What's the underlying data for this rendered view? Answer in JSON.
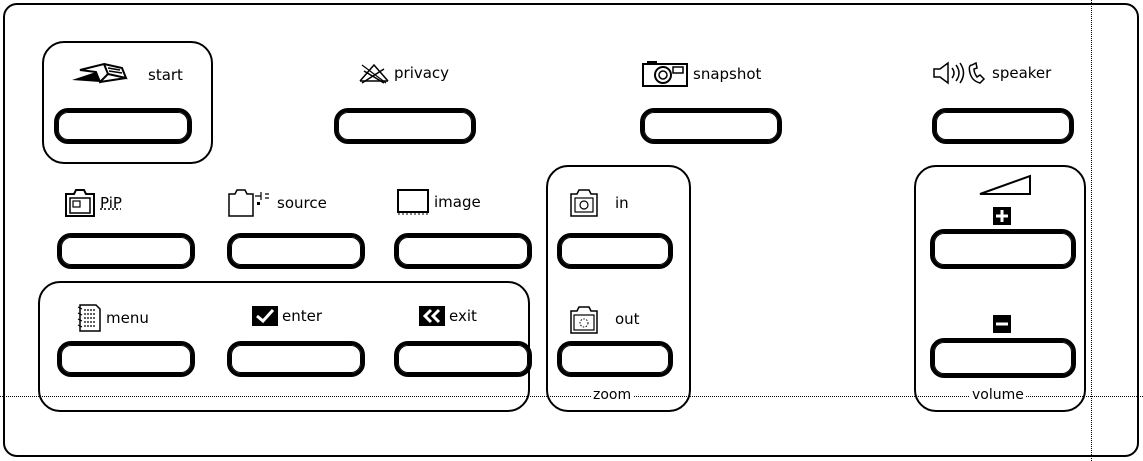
{
  "buttons": {
    "start": {
      "label": "start",
      "icon": "open-book-icon"
    },
    "privacy": {
      "label": "privacy",
      "icon": "privacy-icon"
    },
    "snapshot": {
      "label": "snapshot",
      "icon": "camera-icon"
    },
    "speaker": {
      "label": "speaker",
      "icon": "speaker-phone-icon"
    },
    "pip": {
      "label": "PiP",
      "icon": "pip-icon"
    },
    "source": {
      "label": "source",
      "icon": "source-icon"
    },
    "image": {
      "label": "image",
      "icon": "image-icon"
    },
    "menu": {
      "label": "menu",
      "icon": "menu-icon"
    },
    "enter": {
      "label": "enter",
      "icon": "checkmark-icon"
    },
    "exit": {
      "label": "exit",
      "icon": "double-chevron-left-icon"
    },
    "zoom_in": {
      "label": "in",
      "icon": "zoom-in-icon"
    },
    "zoom_out": {
      "label": "out",
      "icon": "zoom-out-icon"
    },
    "volume_up": {
      "label": "",
      "icon": "plus-icon"
    },
    "volume_down": {
      "label": "",
      "icon": "minus-icon"
    }
  },
  "groups": {
    "zoom": {
      "caption": "zoom"
    },
    "volume": {
      "caption": "volume",
      "icon": "volume-ramp-icon"
    }
  },
  "colors": {
    "stroke": "#000000",
    "background": "#ffffff"
  }
}
